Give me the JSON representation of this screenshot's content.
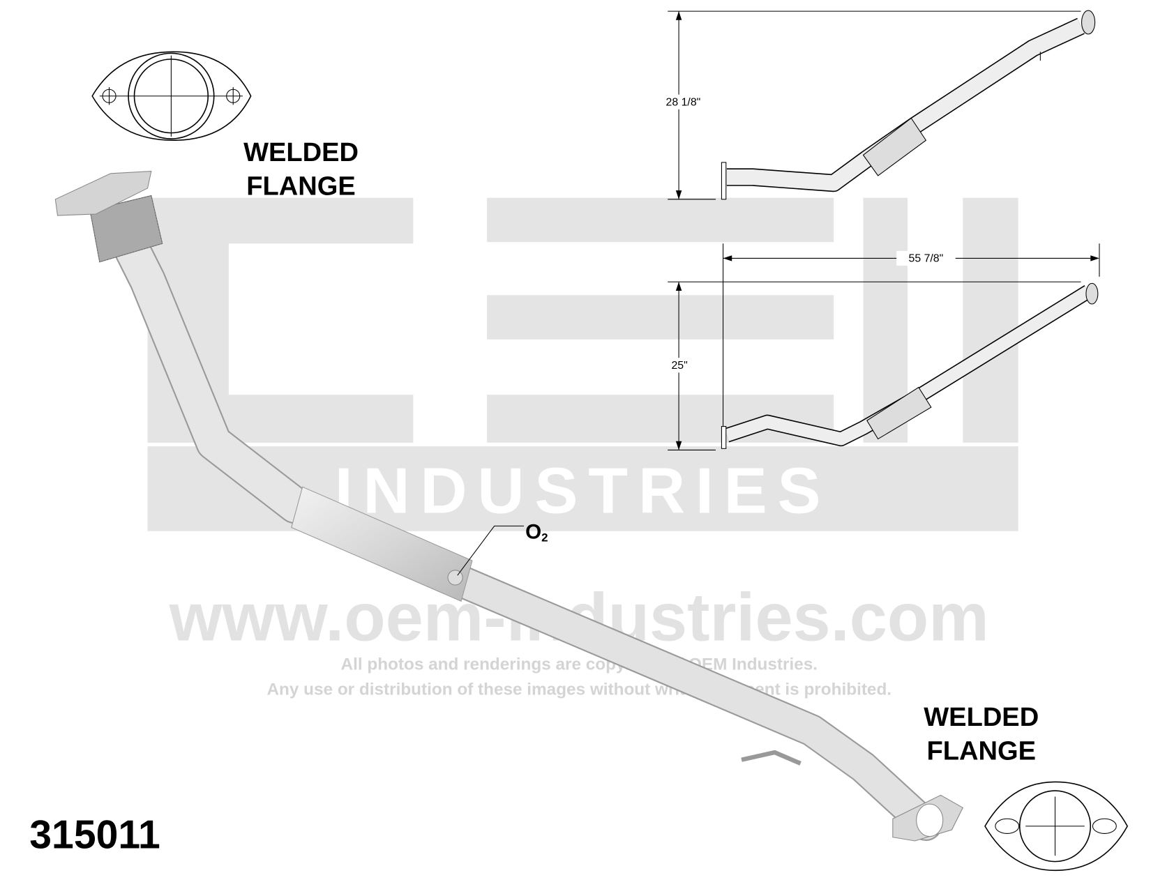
{
  "part_number": "315011",
  "labels": {
    "top_flange_line1": "WELDED",
    "top_flange_line2": "FLANGE",
    "bottom_flange_line1": "WELDED",
    "bottom_flange_line2": "FLANGE",
    "o2_sensor": "O",
    "o2_subscript": "2"
  },
  "dimensions": {
    "top_view_height": "28 1/8\"",
    "overall_length": "55 7/8\"",
    "side_view_height": "25\""
  },
  "watermark": {
    "logo": "OEM INDUSTRIES",
    "industries": "INDUSTRIES",
    "url": "www.oem-industries.com",
    "copyright_line1": "All photos and renderings are copyright of OEM Industries.",
    "copyright_line2": "Any use or distribution of these images without written consent is prohibited."
  }
}
